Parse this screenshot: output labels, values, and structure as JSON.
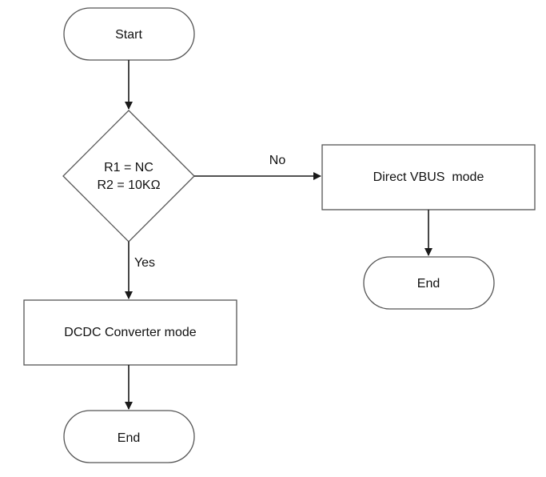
{
  "flowchart": {
    "start": {
      "label": "Start"
    },
    "decision": {
      "line1": "R1 = NC",
      "line2": "R2 = 10KΩ"
    },
    "branch_no": {
      "label": "No"
    },
    "branch_yes": {
      "label": "Yes"
    },
    "direct_vbus": {
      "label": "Direct VBUS  mode"
    },
    "dcdc": {
      "label": "DCDC Converter mode"
    },
    "end_right": {
      "label": "End"
    },
    "end_bottom": {
      "label": "End"
    }
  }
}
